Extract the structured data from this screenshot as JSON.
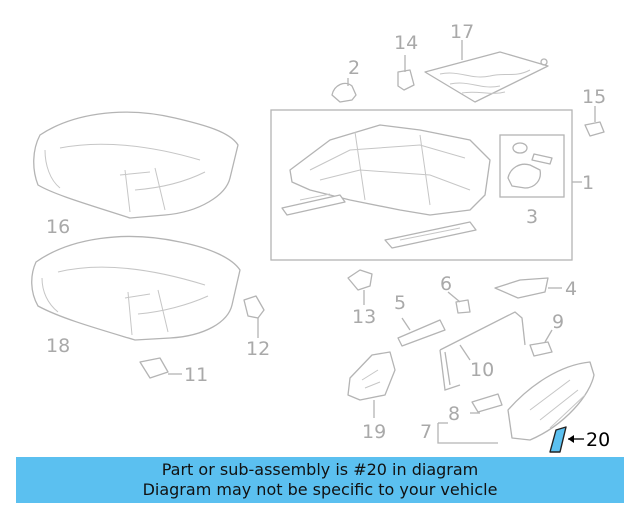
{
  "diagram": {
    "callouts": {
      "c1": "1",
      "c2": "2",
      "c3": "3",
      "c4": "4",
      "c5": "5",
      "c6": "6",
      "c7": "7",
      "c8": "8",
      "c9": "9",
      "c10": "10",
      "c11": "11",
      "c12": "12",
      "c13": "13",
      "c14": "14",
      "c15": "15",
      "c16": "16",
      "c17": "17",
      "c18": "18",
      "c19": "19",
      "c20": "20"
    },
    "highlighted_part": "20",
    "colors": {
      "line": "#b4b4b4",
      "callout": "#a9a9a9",
      "highlight_fill": "#5bc0f0",
      "highlight_text": "#000000"
    }
  },
  "caption": {
    "line1": "Part or sub-assembly is #20 in diagram",
    "line2": "Diagram may not be specific to your vehicle",
    "background": "#5bc0f0"
  }
}
